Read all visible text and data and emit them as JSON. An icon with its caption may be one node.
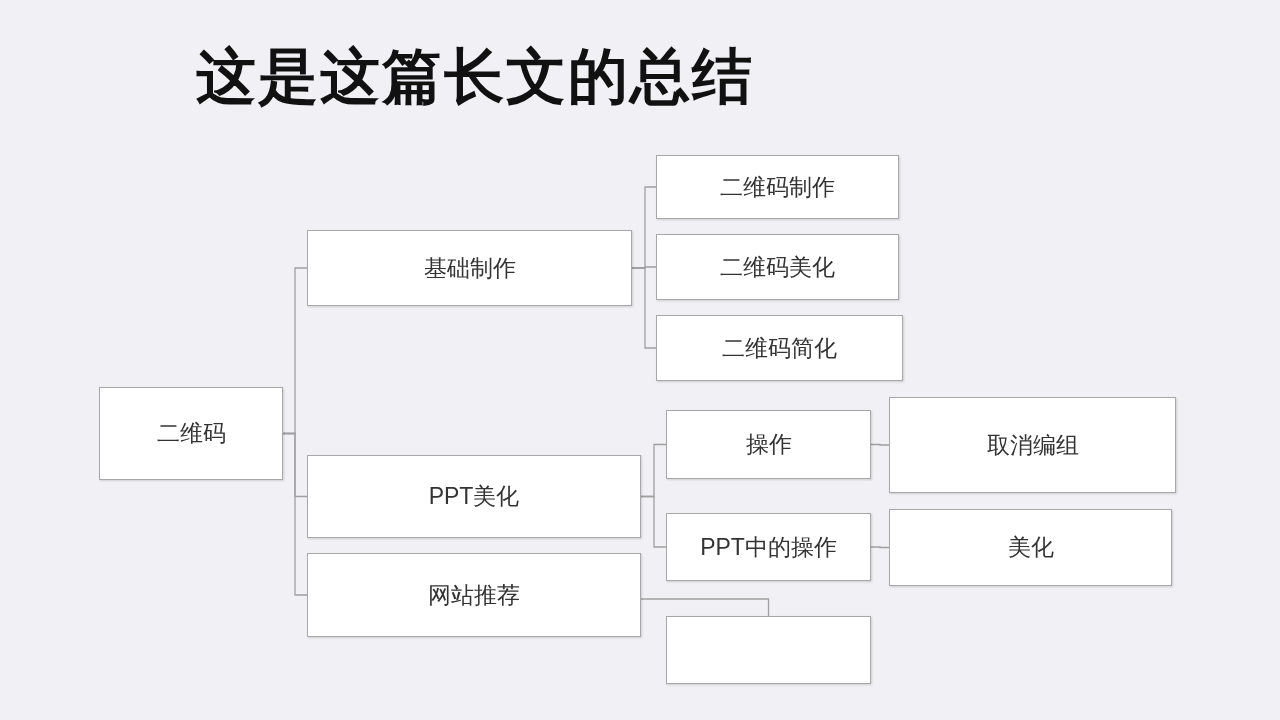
{
  "diagram": {
    "title": "这是这篇长文的总结",
    "nodes": [
      {
        "text": [
          "二维码"
        ]
      },
      {
        "text": [
          "基础制作"
        ]
      },
      {
        "text": [
          "二维码制作"
        ]
      },
      {
        "text": [
          "二维码美化"
        ]
      },
      {
        "text": [
          "二维码简化"
        ]
      },
      {
        "text": [
          "PPT美化"
        ]
      },
      {
        "text": [
          "操作"
        ]
      },
      {
        "text": [
          "取消编组"
        ]
      },
      {
        "text": [
          "PPT中的操作"
        ]
      },
      {
        "text": [
          "美化"
        ]
      },
      {
        "text": [
          "网站推荐"
        ]
      },
      {
        "text": [],
        "shape": "box"
      }
    ],
    "edges": [
      {
        "from": 0,
        "to": 1,
        "arrow": "none"
      },
      {
        "from": 0,
        "to": 5,
        "arrow": "none"
      },
      {
        "from": 0,
        "to": 10,
        "arrow": "none"
      },
      {
        "from": 1,
        "to": 2,
        "arrow": "none"
      },
      {
        "from": 1,
        "to": 3,
        "arrow": "none"
      },
      {
        "from": 1,
        "to": 4,
        "arrow": "none"
      },
      {
        "from": 5,
        "to": 6,
        "arrow": "none"
      },
      {
        "from": 5,
        "to": 8,
        "arrow": "none"
      },
      {
        "from": 6,
        "to": 7,
        "arrow": "none"
      },
      {
        "from": 8,
        "to": 9,
        "arrow": "none"
      },
      {
        "from": 10,
        "to": 11,
        "arrow": "none"
      }
    ]
  }
}
